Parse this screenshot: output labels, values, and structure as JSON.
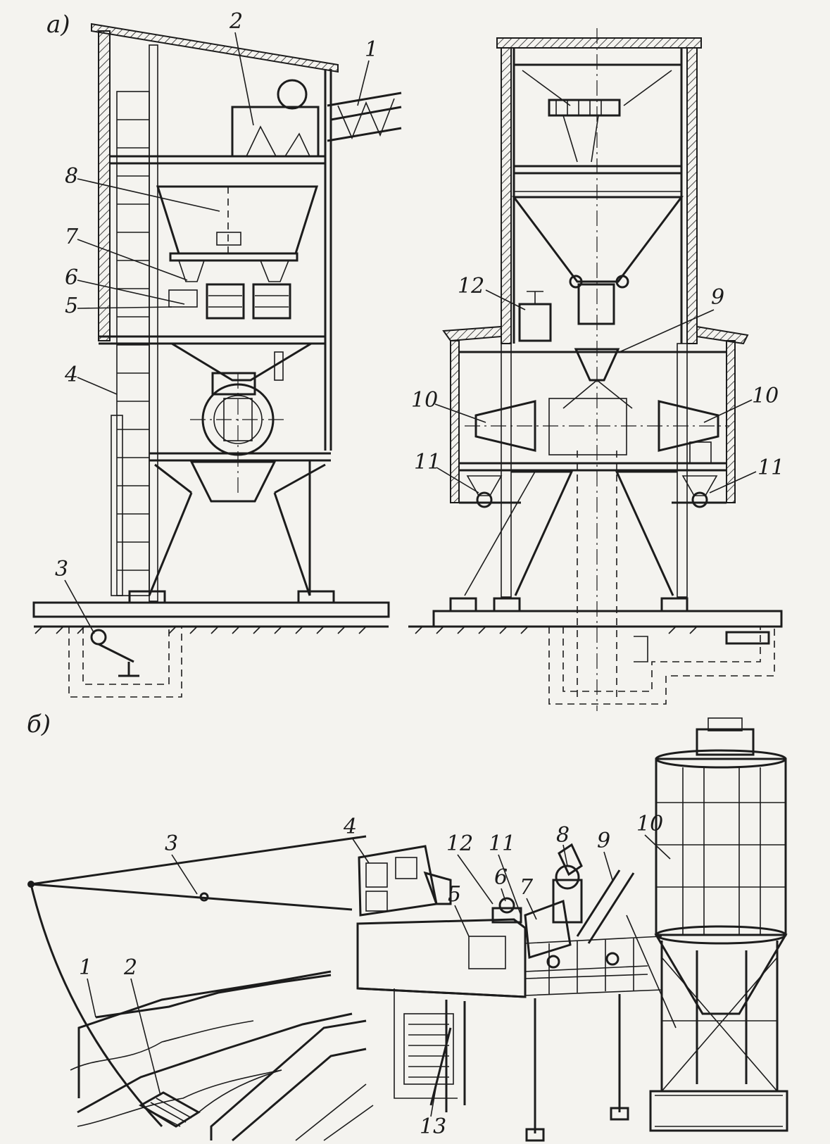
{
  "panels": [
    {
      "label": "a)"
    },
    {
      "label": "б)"
    }
  ],
  "callouts_a_left": [
    "1",
    "2",
    "3",
    "4",
    "5",
    "6",
    "7",
    "8"
  ],
  "callouts_a_right": [
    "9",
    "10",
    "10",
    "11",
    "11",
    "12"
  ],
  "callouts_b": [
    "1",
    "2",
    "3",
    "4",
    "5",
    "6",
    "7",
    "8",
    "9",
    "10",
    "11",
    "12",
    "13"
  ],
  "colors": {
    "ink": "#1c1c1c",
    "paper": "#f4f3ef"
  }
}
